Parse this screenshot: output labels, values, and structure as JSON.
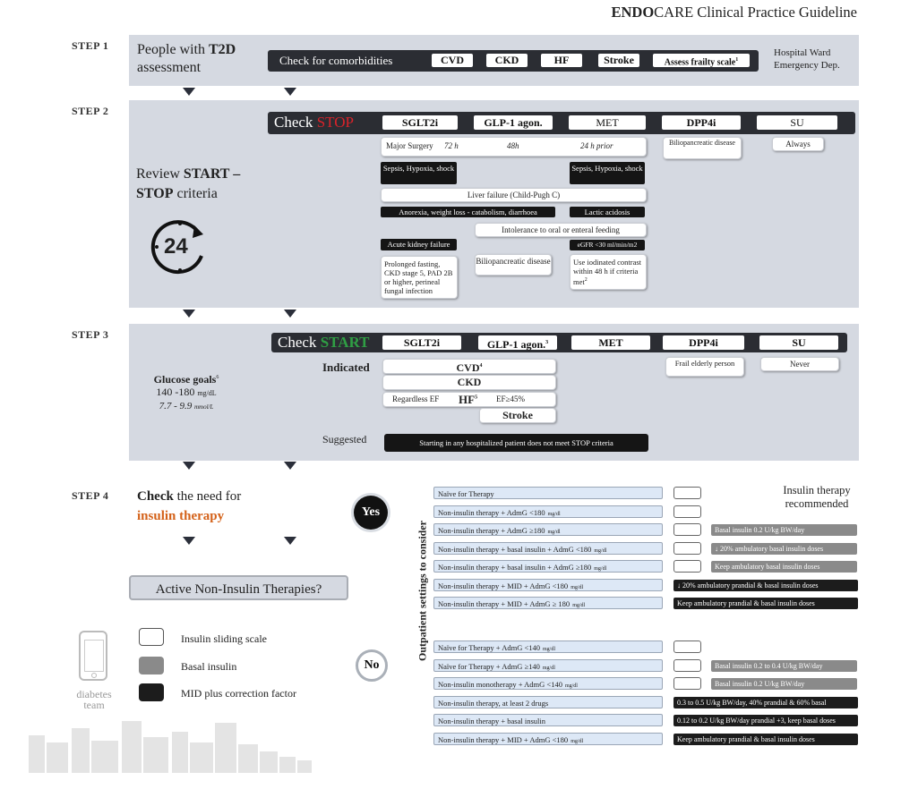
{
  "header": {
    "brand_bold": "ENDO",
    "brand_normal": "CARE",
    "title_rest": " Clinical Practice Guideline"
  },
  "colors": {
    "stop_red": "#d8232a",
    "start_green": "#2f9e44",
    "insulin_orange": "#d4621a",
    "band": "#d5d9e1"
  },
  "step1": {
    "label": "STEP 1",
    "title_a": "People with ",
    "title_b": "T2D",
    "title_c": "assessment",
    "check_label": "Check for comorbidities",
    "items": [
      "CVD",
      "CKD",
      "HF",
      "Stroke",
      "Assess frailty scale"
    ],
    "frailty_sup": "1",
    "setting_1": "Hospital Ward",
    "setting_2": "Emergency Dep."
  },
  "step2": {
    "label": "STEP 2",
    "check_word": "Check ",
    "stop_word": "STOP",
    "drugs": [
      "SGLT2i",
      "GLP-1 agon.",
      "MET",
      "DPP4i",
      "SU"
    ],
    "review_a": "Review ",
    "review_b": "START –",
    "review_c": "STOP",
    "review_d": " criteria",
    "clock_number": "24",
    "surgery_label": "Major Surgery",
    "surgery_sglt2": "72 h",
    "surgery_glp1": "48h",
    "surgery_met": "24 h prior",
    "dpp4_stop": "Biliopancreatic disease",
    "su_stop": "Always",
    "sepsis_1": "Sepsis, Hypoxia, shock",
    "sepsis_2": "Sepsis, Hypoxia, shock",
    "liver": "Liver failure (Child-Pugh C)",
    "anorexia": "Anorexia, weight loss - catabolism, diarrhoea",
    "lactic": "Lactic acidosis",
    "intolerance": "Intolerance to oral or enteral feeding",
    "aki": "Acute kidney failure",
    "egfr": "eGFR <30 ml/min/m2",
    "prolonged": "Prolonged fasting, CKD stage 5, PAD 2B or higher, perineal fungal infection",
    "biliopancreatic": "Biliopancreatic disease",
    "iodinated": "Use iodinated contrast within 48 h if criteria met",
    "iodinated_sup": "2"
  },
  "step3": {
    "label": "STEP 3",
    "check_word": "Check ",
    "start_word": "START",
    "drugs": [
      "SGLT2i",
      "GLP-1 agon.",
      "MET",
      "DPP4i",
      "SU"
    ],
    "glp1_sup": "3",
    "glucose_title": "Glucose goals",
    "glucose_sup": "6",
    "glucose_mg": "140 -180",
    "glucose_mg_unit": "mg/dL",
    "glucose_mmol": "7.7 - 9.9",
    "glucose_mmol_unit": "mmol/L",
    "indicated": "Indicated",
    "cvd": "CVD",
    "cvd_sup": "4",
    "ckd": "CKD",
    "regardless_ef": "Regardless EF",
    "hf": "HF",
    "hf_sup": "5",
    "ef": "EF≥45%",
    "stroke": "Stroke",
    "dpp4_start": "Frail elderly person",
    "su_start": "Never",
    "suggested": "Suggested",
    "suggested_text": "Starting in any hospitalized patient does not meet STOP criteria"
  },
  "step4": {
    "label": "STEP 4",
    "title_a": "Check",
    "title_b": " the need for",
    "title_c": "insulin therapy",
    "active_q": "Active Non-Insulin Therapies?",
    "yes": "Yes",
    "no": "No",
    "vertical_label": "Outpatient settings to consider",
    "rec_header_1": "Insulin therapy",
    "rec_header_2": "recommended",
    "yes_rows": [
      {
        "text": "Naïve for Therapy",
        "unit": "",
        "rec": "",
        "rec_type": "none"
      },
      {
        "text": "Non-insulin therapy + AdmG <180",
        "unit": "mg/dl",
        "rec": "",
        "rec_type": "none"
      },
      {
        "text": "Non-insulin therapy + AdmG ≥180",
        "unit": "mg/dl",
        "rec": "Basal insulin 0.2 U/kg BW/day",
        "rec_type": "grey"
      },
      {
        "text": "Non-insulin therapy + basal insulin + AdmG <180",
        "unit": "mg/dl",
        "rec": "↓ 20% ambulatory basal insulin doses",
        "rec_type": "grey"
      },
      {
        "text": "Non-insulin therapy + basal insulin + AdmG ≥180",
        "unit": "mg/dl",
        "rec": "Keep ambulatory basal insulin doses",
        "rec_type": "grey"
      },
      {
        "text": "Non-insulin therapy + MID + AdmG <180",
        "unit": "mg/dl",
        "rec": "↓ 20% ambulatory prandial & basal insulin doses",
        "rec_type": "black"
      },
      {
        "text": "Non-insulin therapy + MID + AdmG ≥ 180",
        "unit": "mg/dl",
        "rec": "Keep ambulatory prandial & basal insulin doses",
        "rec_type": "black"
      }
    ],
    "no_rows": [
      {
        "text": "Naïve for Therapy + AdmG <140",
        "unit": "mg/dl",
        "rec": "",
        "rec_type": "none"
      },
      {
        "text": "Naïve for Therapy + AdmG ≥140",
        "unit": "mg/dl",
        "rec": "Basal insulin 0.2 to 0.4 U/kg BW/day",
        "rec_type": "grey"
      },
      {
        "text": "Non-insulin monotherapy + AdmG <140",
        "unit": "mg/dl",
        "rec": "Basal insulin 0.2 U/kg BW/day",
        "rec_type": "grey"
      },
      {
        "text": "Non-insulin therapy, at least 2 drugs",
        "unit": "",
        "rec": "0.3 to 0.5 U/kg BW/day, 40% prandial & 60% basal",
        "rec_type": "black"
      },
      {
        "text": "Non-insulin therapy + basal insulin",
        "unit": "",
        "rec": "0.12 to 0.2 U/kg BW/day prandial +3, keep basal doses",
        "rec_type": "black"
      },
      {
        "text": "Non-insulin therapy + MID + AdmG <180",
        "unit": "mg/dl",
        "rec": "Keep ambulatory prandial & basal insulin doses",
        "rec_type": "black"
      }
    ]
  },
  "legend": {
    "sliding": "Insulin sliding scale",
    "basal": "Basal insulin",
    "mid": "MID plus correction factor",
    "team_1": "diabetes",
    "team_2": "team"
  }
}
